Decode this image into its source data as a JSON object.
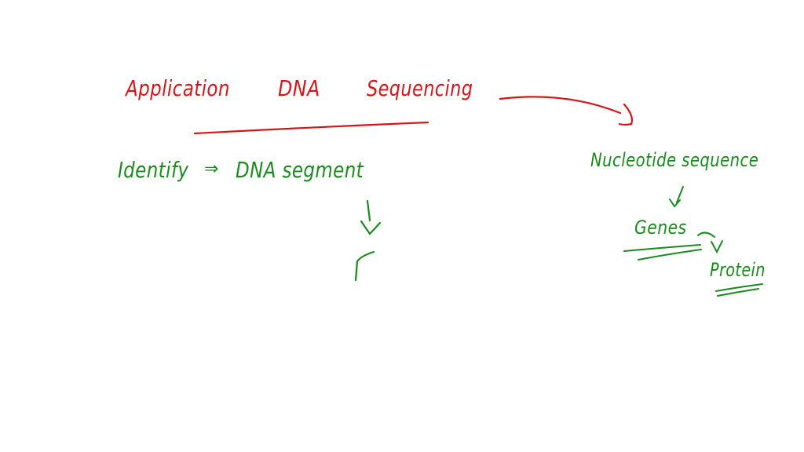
{
  "colors": {
    "background": "#ffffff",
    "title_ink": "#d4161b",
    "note_ink": "#1a8a1e"
  },
  "title": {
    "word1": "Application",
    "word2": "DNA",
    "word3": "Sequencing"
  },
  "left_note": {
    "verb": "Identify",
    "arrow": "⇒",
    "object": "DNA segment"
  },
  "right_note": {
    "line1": "Nucleotide sequence",
    "genes": "Genes",
    "protein": "Protein"
  }
}
